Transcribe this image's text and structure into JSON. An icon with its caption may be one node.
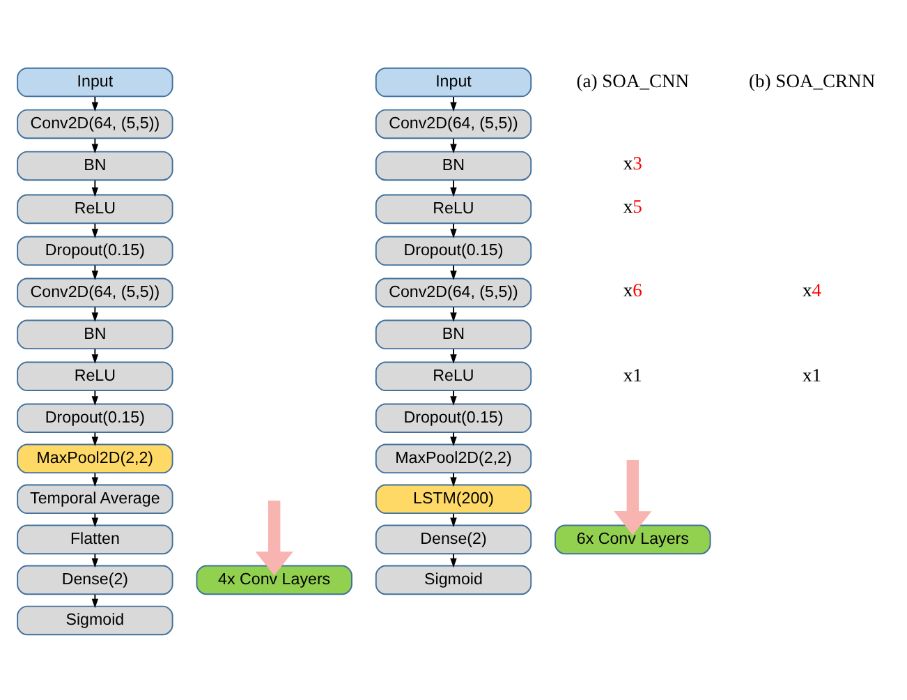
{
  "diagram": {
    "nodes": [
      {
        "text": [
          "Input"
        ]
      },
      {
        "text": [
          "Conv2D(64, (5,5))"
        ]
      },
      {
        "text": [
          "BN"
        ]
      },
      {
        "text": [
          "ReLU"
        ]
      },
      {
        "text": [
          "Dropout(0.15)"
        ]
      },
      {
        "text": [
          "Conv2D(64, (5,5))"
        ]
      },
      {
        "text": [
          "BN"
        ]
      },
      {
        "text": [
          "ReLU"
        ]
      },
      {
        "text": [
          "Dropout(0.15)"
        ]
      },
      {
        "text": [
          "MaxPool2D(2,2)"
        ]
      },
      {
        "text": [
          "Temporal Average"
        ]
      },
      {
        "text": [
          "Flatten"
        ]
      },
      {
        "text": [
          "Dense(2)"
        ]
      },
      {
        "text": [
          "Sigmoid"
        ]
      },
      {
        "text": [
          "4x Conv Layers"
        ]
      },
      {
        "text": [
          "Input"
        ]
      },
      {
        "text": [
          "Conv2D(64, (5,5))"
        ]
      },
      {
        "text": [
          "BN"
        ]
      },
      {
        "text": [
          "ReLU"
        ]
      },
      {
        "text": [
          "Dropout(0.15)"
        ]
      },
      {
        "text": [
          "Conv2D(64, (5,5))"
        ]
      },
      {
        "text": [
          "BN"
        ]
      },
      {
        "text": [
          "ReLU"
        ]
      },
      {
        "text": [
          "Dropout(0.15)"
        ]
      },
      {
        "text": [
          "MaxPool2D(2,2)"
        ]
      },
      {
        "text": [
          "LSTM(200)"
        ]
      },
      {
        "text": [
          "Dense(2)"
        ]
      },
      {
        "text": [
          "Sigmoid"
        ]
      },
      {
        "text": [
          "6x Conv Layers"
        ]
      }
    ],
    "edges": [
      {
        "from": 0,
        "to": 1,
        "arrow": "to"
      },
      {
        "from": 1,
        "to": 2,
        "arrow": "to"
      },
      {
        "from": 2,
        "to": 3,
        "arrow": "to"
      },
      {
        "from": 3,
        "to": 4,
        "arrow": "to"
      },
      {
        "from": 4,
        "to": 5,
        "arrow": "to"
      },
      {
        "from": 5,
        "to": 6,
        "arrow": "to"
      },
      {
        "from": 6,
        "to": 7,
        "arrow": "to"
      },
      {
        "from": 7,
        "to": 8,
        "arrow": "to"
      },
      {
        "from": 8,
        "to": 9,
        "arrow": "to"
      },
      {
        "from": 9,
        "to": 10,
        "arrow": "to"
      },
      {
        "from": 10,
        "to": 11,
        "arrow": "to"
      },
      {
        "from": 11,
        "to": 12,
        "arrow": "to"
      },
      {
        "from": 12,
        "to": 13,
        "arrow": "to"
      },
      {
        "from": null,
        "to": 14,
        "arrow": "to",
        "style": "thick",
        "color": "#f8b4b0"
      },
      {
        "from": 15,
        "to": 16,
        "arrow": "to"
      },
      {
        "from": 16,
        "to": 17,
        "arrow": "to"
      },
      {
        "from": 17,
        "to": 18,
        "arrow": "to"
      },
      {
        "from": 18,
        "to": 19,
        "arrow": "to"
      },
      {
        "from": 19,
        "to": 20,
        "arrow": "to"
      },
      {
        "from": 20,
        "to": 21,
        "arrow": "to"
      },
      {
        "from": 21,
        "to": 22,
        "arrow": "to"
      },
      {
        "from": 22,
        "to": 23,
        "arrow": "to"
      },
      {
        "from": 23,
        "to": 24,
        "arrow": "to"
      },
      {
        "from": 24,
        "to": 25,
        "arrow": "to"
      },
      {
        "from": 25,
        "to": 26,
        "arrow": "to"
      },
      {
        "from": 26,
        "to": 27,
        "arrow": "to"
      },
      {
        "from": null,
        "to": 28,
        "arrow": "to",
        "style": "thick",
        "color": "#f8b4b0"
      }
    ],
    "labels": [
      "x3",
      "x1",
      "x6",
      "x5",
      "x1",
      "x4",
      "(a) SOA_CNN",
      "(b) SOA_CRNN"
    ]
  }
}
